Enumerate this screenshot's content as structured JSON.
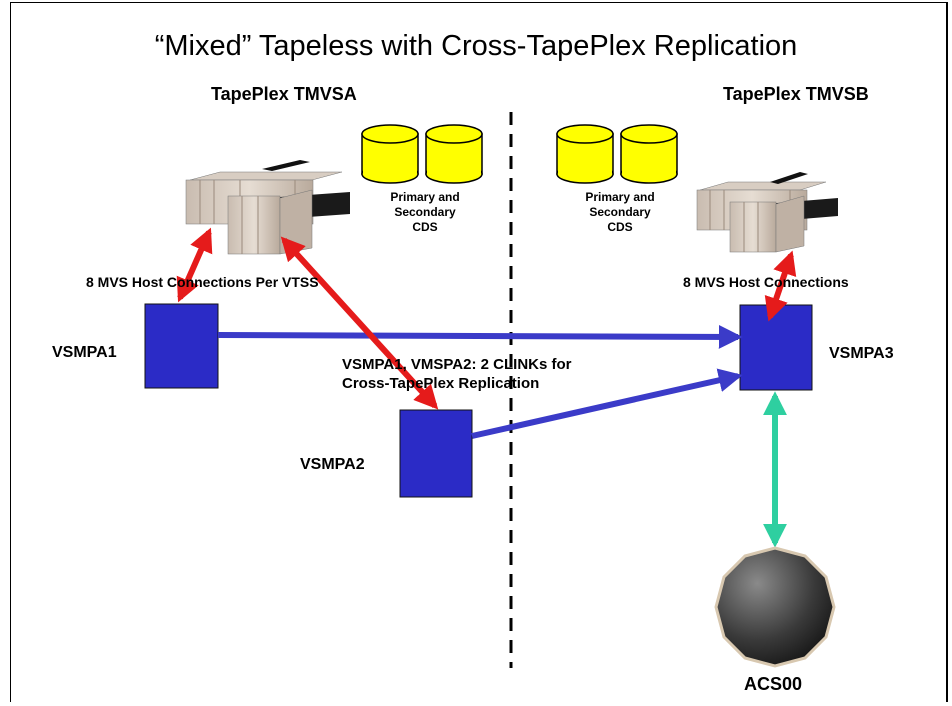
{
  "title": "“Mixed” Tapeless with Cross-TapePlex Replication",
  "tapeplex_left": "TapePlex TMVSA",
  "tapeplex_right": "TapePlex TMVSB",
  "cds_left": {
    "line1": "Primary and",
    "line2": "Secondary",
    "line3": "CDS"
  },
  "cds_right": {
    "line1": "Primary and",
    "line2": "Secondary",
    "line3": "CDS"
  },
  "host_connections_left": "8 MVS Host Connections Per VTSS",
  "host_connections_right": "8 MVS Host Connections",
  "vsmpa1": "VSMPA1",
  "vsmpa2": "VSMPA2",
  "vsmpa3": "VSMPA3",
  "clink_note": {
    "line1": "VSMPA1, VMSPA2: 2 CLINKs for",
    "line2": "Cross-TapePlex Replication"
  },
  "acs": "ACS00",
  "colors": {
    "vtss_box": "#2b2bc6",
    "clink_arrow": "#3b3bc8",
    "host_arrow": "#e51b1b",
    "acs_arrow": "#2ecfa0",
    "cds_cylinder": "#ffff00"
  }
}
